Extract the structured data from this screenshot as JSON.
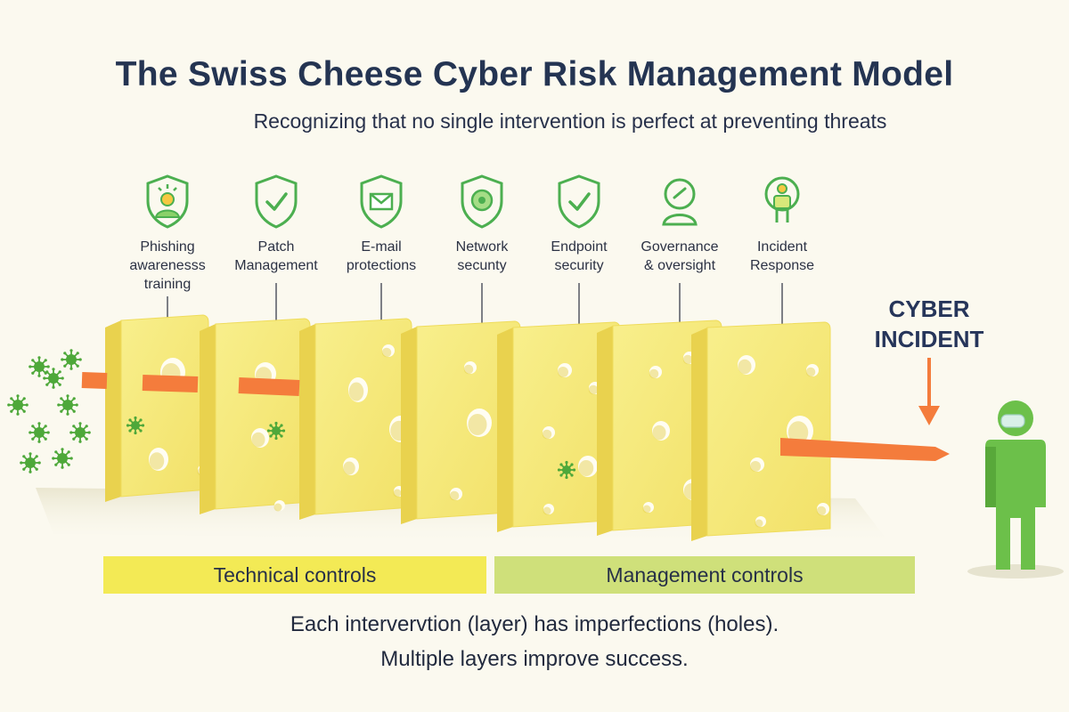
{
  "title": "The Swiss Cheese Cyber Risk Management Model",
  "subtitle": "Recognizing that no single intervention is perfect at preventing threats",
  "layers": [
    {
      "label": "Phishing\nawarenesss\ntraining",
      "icon": "user-alert-shield-icon"
    },
    {
      "label": "Patch\nManagement",
      "icon": "check-shield-icon"
    },
    {
      "label": "E-mail\nprotections",
      "icon": "envelope-shield-icon"
    },
    {
      "label": "Network\nsecunty",
      "icon": "target-shield-icon"
    },
    {
      "label": "Endpoint\nsecurity",
      "icon": "check-shield-icon"
    },
    {
      "label": "Governance\n& oversight",
      "icon": "governance-person-icon"
    },
    {
      "label": "Incident\nResponse",
      "icon": "responder-icon"
    }
  ],
  "incident_label": "CYBER\nINCIDENT",
  "bands": {
    "technical": "Technical controls",
    "management": "Management controls"
  },
  "caption": {
    "line1": "Each intervervtion (layer) has imperfections (holes).",
    "line2": "Multiple layers improve success."
  },
  "colors": {
    "icon_green": "#4caf50",
    "cheese": "#f6e978",
    "cheese_side": "#e9d24e",
    "threat_arrow": "#f47c3c",
    "virus": "#4ea83a",
    "person": "#6cc04a",
    "band_technical": "#f3ea55",
    "band_management": "#cfe07a"
  }
}
